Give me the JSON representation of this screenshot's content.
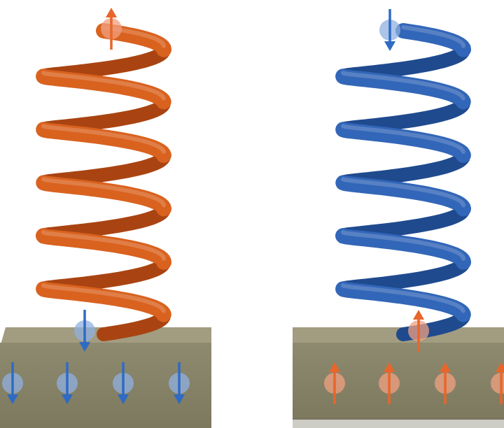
{
  "colors": {
    "background": "#ffffff",
    "spin_up": "#e8662a",
    "spin_up_dot": "#f0a080",
    "spin_down": "#2f6bc4",
    "spin_down_dot": "#8fb0e0",
    "helix_orange": "#d9621f",
    "helix_orange_dark": "#a94412",
    "helix_blue": "#3266b8",
    "helix_blue_dark": "#1f4a8e",
    "substrate_top": "#a29c80",
    "substrate_front": "#8e8a70",
    "substrate_side": "#6f6c58"
  },
  "panels": [
    {
      "name": "left",
      "helix_color": "orange",
      "emitted_spin": "up",
      "incoming_spin": "down",
      "substrate_spins": [
        "down",
        "down",
        "down",
        "down"
      ]
    },
    {
      "name": "right",
      "helix_color": "blue",
      "emitted_spin": "down",
      "incoming_spin": "up",
      "substrate_spins": [
        "up",
        "up",
        "up",
        "up"
      ]
    }
  ],
  "icons": {
    "spin_up": "up-arrow-spin-icon",
    "spin_down": "down-arrow-spin-icon"
  }
}
